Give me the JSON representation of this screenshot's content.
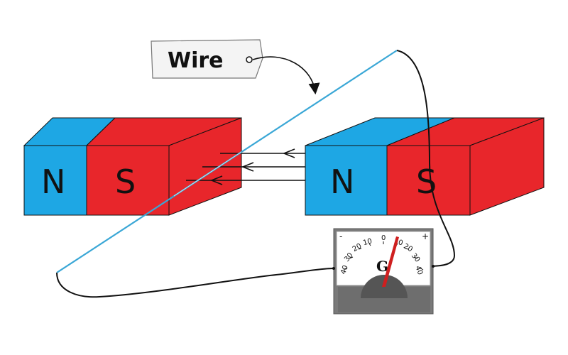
{
  "wire_tag": {
    "label": "Wire"
  },
  "magnet_left": {
    "pole_left": "N",
    "pole_right": "S"
  },
  "magnet_right": {
    "pole_left": "N",
    "pole_right": "S"
  },
  "galvanometer": {
    "symbol": "G",
    "minus_sign": "-",
    "plus_sign": "+",
    "scale_left": [
      "40",
      "30",
      "20",
      "10"
    ],
    "scale_center": "0",
    "scale_right": [
      "10",
      "20",
      "30",
      "40"
    ]
  },
  "colors": {
    "magnet_blue": "#1ea7e4",
    "magnet_red": "#e8262b",
    "wire_blue": "#3aa7d6",
    "needle": "#cf1f1f",
    "meter_gray": "#6e6e6e"
  }
}
